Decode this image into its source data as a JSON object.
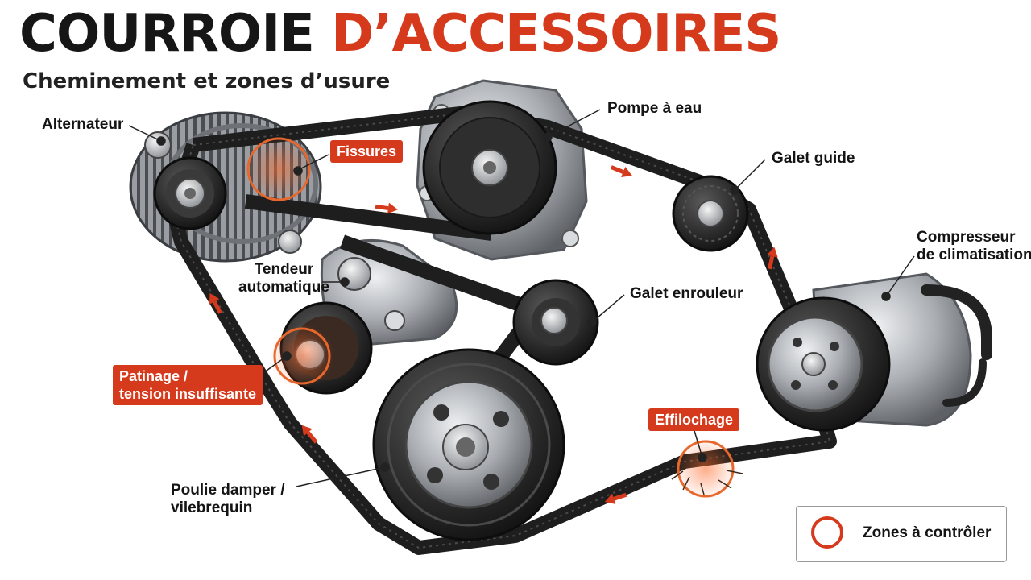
{
  "title": {
    "part1": "COURROIE",
    "part2": "D’ACCESSOIRES"
  },
  "subtitle": "Cheminement et zones d’usure",
  "components": {
    "alternator": "Alternateur",
    "water_pump": "Pompe à eau",
    "guide_idler": "Galet guide",
    "ac_compressor_line1": "Compresseur",
    "ac_compressor_line2": "de climatisation",
    "tensioner_line1": "Tendeur",
    "tensioner_line2": "automatique",
    "winding_idler": "Galet enrouleur",
    "damper_line1": "Poulie damper /",
    "damper_line2": "vilebrequin"
  },
  "wear_zones": {
    "cracks": "Fissures",
    "slip_line1": "Patinage /",
    "slip_line2": "tension insuffisante",
    "fraying": "Effilochage"
  },
  "legend": {
    "label": "Zones à contrôler"
  },
  "colors": {
    "accent": "#d63a1c",
    "belt": "#1e1e1e",
    "metal": "#a9adb2",
    "title_dark": "#161616"
  }
}
